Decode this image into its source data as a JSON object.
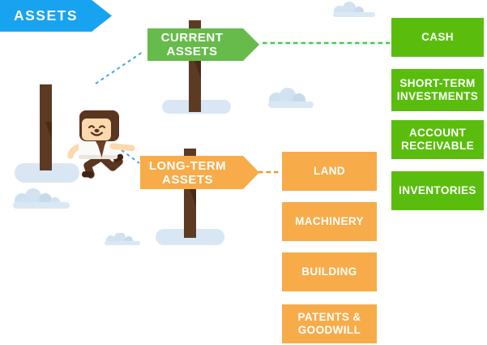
{
  "diagram_title": "Assets classification diagram",
  "root": {
    "label": "ASSETS",
    "color": "#18a3f1"
  },
  "branches": {
    "current": {
      "label": "CURRENT ASSETS",
      "sign_color": "#66bb4a",
      "item_color": "#5abd0e",
      "items": [
        "CASH",
        "SHORT-TERM INVESTMENTS",
        "ACCOUNT RECEIVABLE",
        "INVENTORIES"
      ]
    },
    "longterm": {
      "label": "LONG-TERM ASSETS",
      "sign_color": "#f8ab49",
      "item_color": "#f8ab49",
      "items": [
        "LAND",
        "MACHINERY",
        "BUILDING",
        "PATENTS & GOODWILL"
      ]
    }
  },
  "connectors": {
    "assets_to_current": {
      "style": "dashed",
      "color": "#4aa6d6"
    },
    "assets_to_longterm": {
      "style": "dashed",
      "color": "#4aa6d6"
    },
    "current_to_cash": {
      "style": "dashed",
      "color": "#45cb45"
    },
    "longterm_to_land": {
      "style": "dashed",
      "color": "#ef9726"
    }
  },
  "figures": {
    "character": "running-businessman-cartoon",
    "signpost": "wooden-signpost",
    "clouds_count": 4
  },
  "decor_colors": {
    "post_brown": "#5d3b22",
    "post_shadow": "#432818",
    "base_pill": "#d8e7f3",
    "cloud": "#d2e2f1",
    "skin": "#fcd8ad",
    "hair_legs": "#5a3520",
    "tie": "#6b4023",
    "shirt": "#fbfaf8",
    "background": "#ffffff"
  }
}
